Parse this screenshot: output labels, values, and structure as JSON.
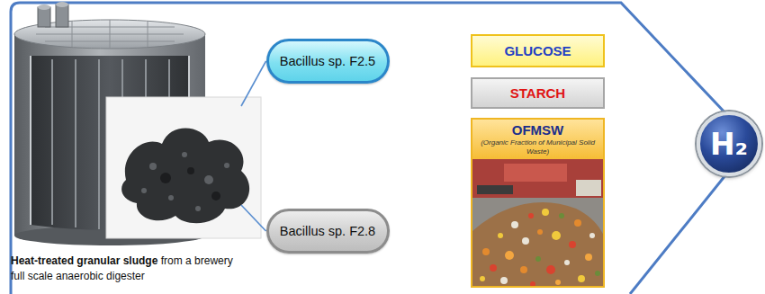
{
  "diagram": {
    "nodes": [
      {
        "text": [
          "Heat-treated granular sludge",
          "from a brewery full scale anaerobic digester"
        ]
      },
      {
        "text": [
          "Bacillus sp. F2.5"
        ]
      },
      {
        "text": [
          "Bacillus sp. F2.8"
        ]
      },
      {
        "text": [
          "GLUCOSE"
        ]
      },
      {
        "text": [
          "STARCH"
        ]
      },
      {
        "text": [
          "OFMSW",
          "(Organic Fraction of Municipal Solid Waste)"
        ]
      },
      {
        "text": [
          "H₂"
        ]
      }
    ],
    "edges": [
      {
        "from": 0,
        "to": 1,
        "arrow": "none"
      },
      {
        "from": 0,
        "to": 2,
        "arrow": "none"
      }
    ]
  }
}
